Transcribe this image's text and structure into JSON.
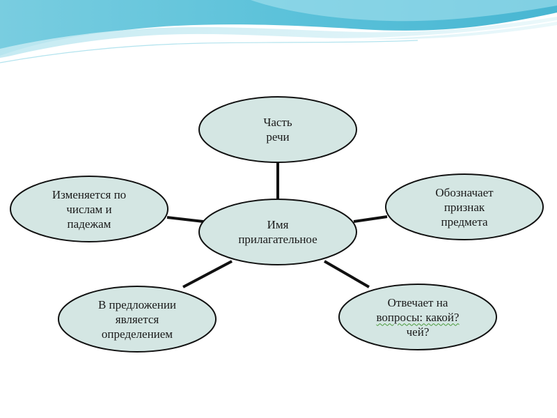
{
  "diagram": {
    "center": {
      "lines": [
        "Имя",
        "прилагательное"
      ]
    },
    "top": {
      "lines": [
        "Часть",
        "речи"
      ]
    },
    "left": {
      "lines": [
        "Изменяется по",
        "числам и",
        "падежам"
      ]
    },
    "right": {
      "lines": [
        "Обозначает",
        "признак",
        "предмета"
      ]
    },
    "bottom_left": {
      "lines": [
        "В предложении",
        "является",
        "определением"
      ]
    },
    "bottom_right": {
      "lines": [
        "Отвечает на",
        "вопросы: какой?",
        "чей?"
      ]
    }
  },
  "colors": {
    "ellipse_fill": "#d4e6e3",
    "ellipse_stroke": "#111111",
    "connector": "#111111",
    "banner_light": "#c9ecf3",
    "banner_mid": "#7fd0e2",
    "banner_dark": "#45b8d4"
  }
}
